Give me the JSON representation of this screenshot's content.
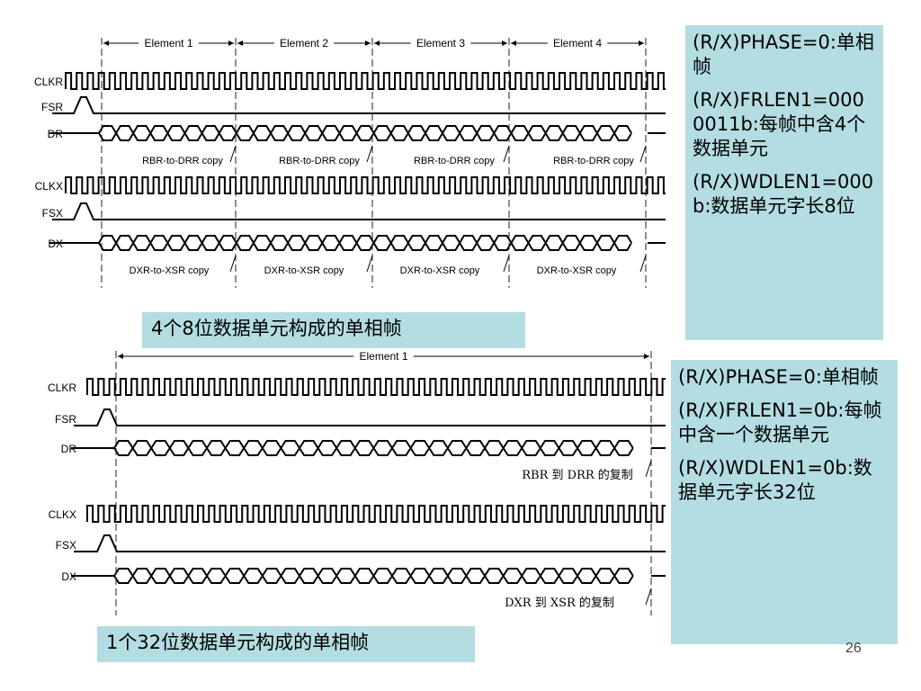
{
  "top_diagram": {
    "elements": [
      "Element 1",
      "Element 2",
      "Element 3",
      "Element 4"
    ],
    "signals": [
      "CLKR",
      "FSR",
      "DR",
      "CLKX",
      "FSX",
      "DX"
    ],
    "rx_copy_label": "RBR-to-DRR copy",
    "tx_copy_label": "DXR-to-XSR copy"
  },
  "bottom_diagram": {
    "elements": [
      "Element 1"
    ],
    "signals": [
      "CLKR",
      "FSR",
      "DR",
      "CLKX",
      "FSX",
      "DX"
    ],
    "rx_copy_label": "RBR 到 DRR 的复制",
    "tx_copy_label": "DXR 到 XSR 的复制"
  },
  "top_box": {
    "lines": [
      "(R/X)PHASE=0:单相帧",
      "(R/X)FRLEN1=0000011b:每帧中含4个数据单元",
      "(R/X)WDLEN1=000b:数据单元字长8位"
    ]
  },
  "bottom_box": {
    "lines": [
      "(R/X)PHASE=0:单相帧",
      "(R/X)FRLEN1=0b:每帧中含一个数据单元",
      "(R/X)WDLEN1=0b:数据单元字长32位"
    ]
  },
  "captions": {
    "top": "4个8位数据单元构成的单相帧",
    "bottom": "1个32位数据单元构成的单相帧"
  },
  "page_number": "26"
}
